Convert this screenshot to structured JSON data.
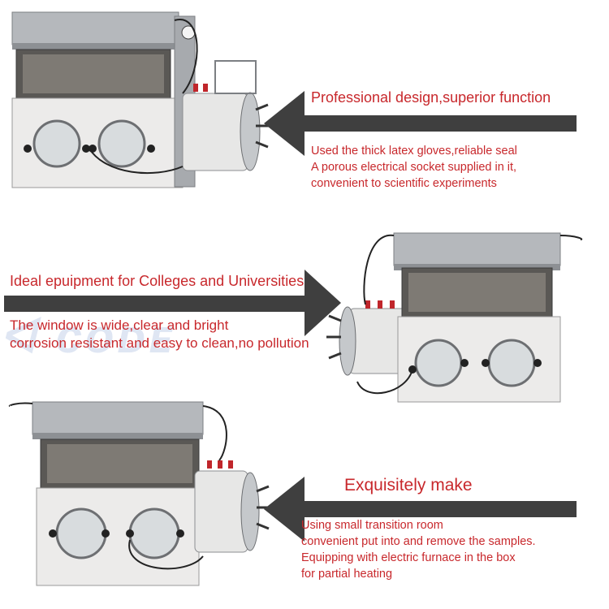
{
  "colors": {
    "text_accent": "#c8282c",
    "arrow": "#3f3f3f",
    "steel": "#9aa0a6",
    "panel_white": "#ecebea"
  },
  "section1": {
    "heading": "Professional design,superior function",
    "lines": [
      "Used the thick latex gloves,reliable seal",
      "A porous electrical socket supplied in it,",
      "convenient to scientific experiments"
    ]
  },
  "section2": {
    "heading": "Ideal epuipment for Colleges and Universities",
    "lines": [
      "The window is wide,clear and bright",
      "corrosion resistant and easy to clean,no pollution"
    ]
  },
  "section3": {
    "heading": "Exquisitely make",
    "lines": [
      "Using small transition room",
      "convenient put into and remove the samples.",
      "Equipping with electric furnace in the box",
      "for partial heating"
    ]
  },
  "icons": [
    "left-arrow-icon",
    "right-arrow-icon",
    "glovebox-image"
  ]
}
